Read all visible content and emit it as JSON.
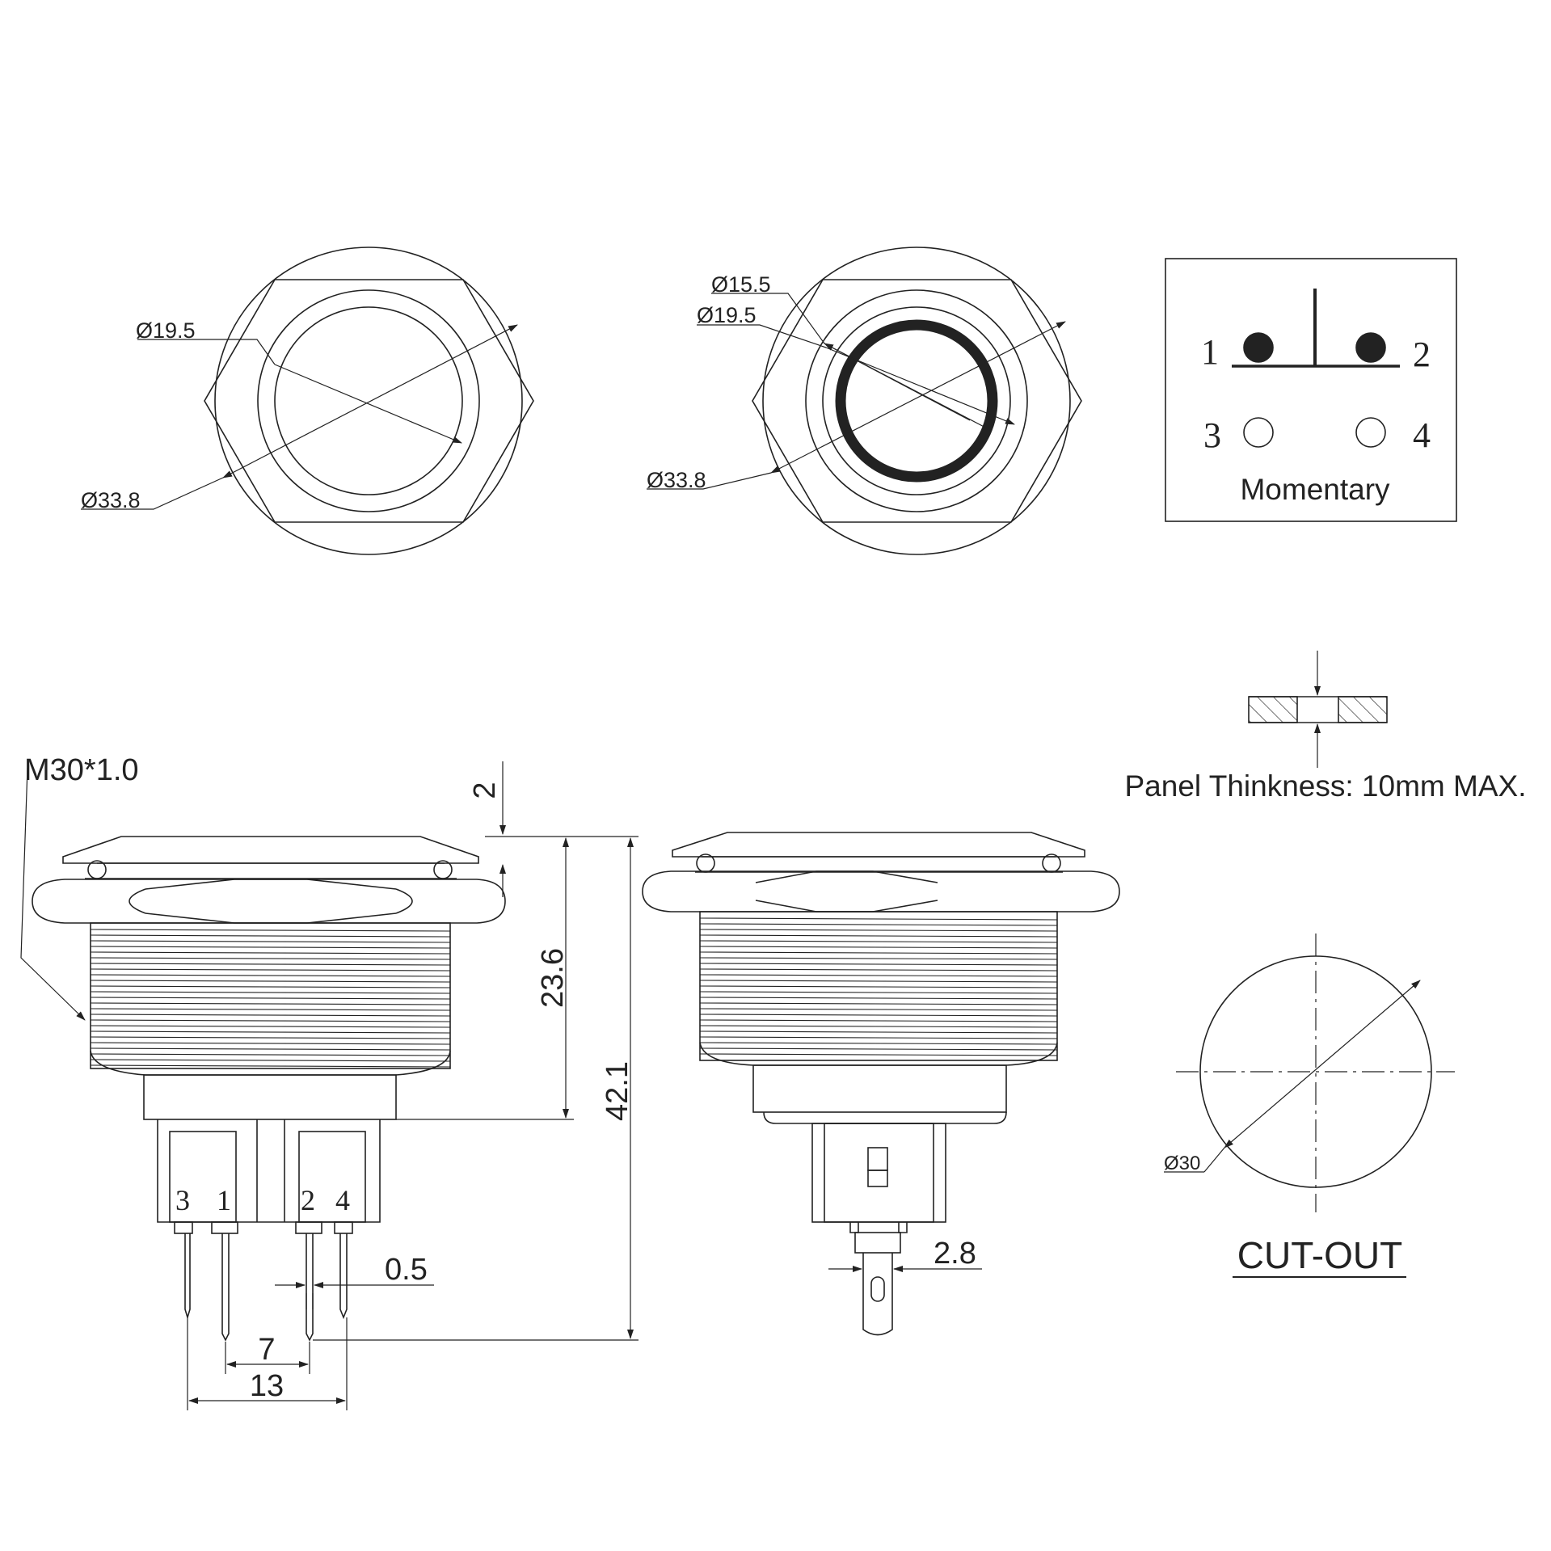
{
  "top_left_view": {
    "dia_inner": "Ø19.5",
    "dia_outer": "Ø33.8"
  },
  "top_mid_view": {
    "dia_ring": "Ø15.5",
    "dia_inner": "Ø19.5",
    "dia_outer": "Ø33.8"
  },
  "schematic": {
    "pins": [
      "1",
      "2",
      "3",
      "4"
    ],
    "mode": "Momentary"
  },
  "side_view": {
    "thread": "M30*1.0",
    "flange": "2",
    "body_height": "23.6",
    "total_height": "42.1",
    "pin_labels": [
      "3",
      "1",
      "2",
      "4"
    ],
    "pin_width": "0.5",
    "pin_spacing_inner": "7",
    "pin_spacing_outer": "13"
  },
  "front_view": {
    "terminal_width": "2.8"
  },
  "panel": {
    "note": "Panel Thinkness: 10mm MAX."
  },
  "cutout": {
    "dia": "Ø30",
    "title": "CUT-OUT"
  },
  "colors": {
    "line": "#222222",
    "background": "#ffffff"
  }
}
